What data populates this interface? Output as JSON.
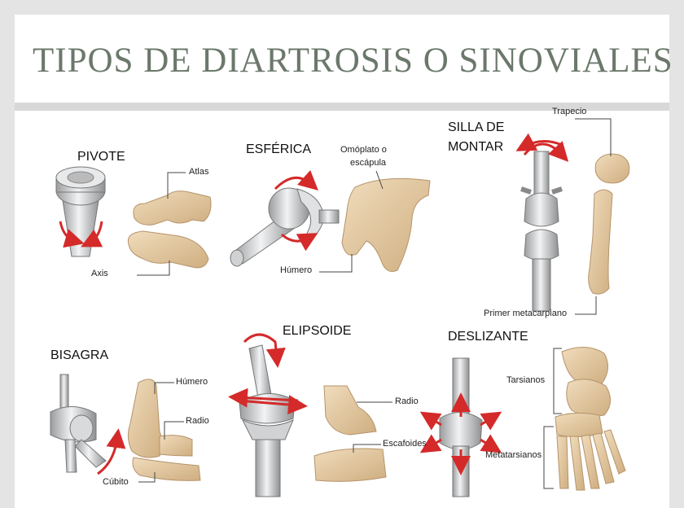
{
  "title": "TIPOS DE DIARTROSIS O SINOVIALES",
  "colors": {
    "title": "#6b786b",
    "bone": "#e6cfaa",
    "bone_shadow": "#c9ab80",
    "metal": "#d9dbdc",
    "arrow": "#d42a2a"
  },
  "joints": {
    "pivote": {
      "heading": "PIVOTE",
      "labels": [
        "Atlas",
        "Axis"
      ]
    },
    "esferica": {
      "heading": "ESFÉRICA",
      "labels": [
        "Omóplato o",
        "escápula",
        "Húmero"
      ]
    },
    "silla": {
      "heading_1": "SILLA DE",
      "heading_2": "MONTAR",
      "labels": [
        "Trapecio",
        "Primer metacarpiano"
      ]
    },
    "bisagra": {
      "heading": "BISAGRA",
      "labels": [
        "Húmero",
        "Radio",
        "Cúbito"
      ]
    },
    "elipsoide": {
      "heading": "ELIPSOIDE",
      "labels": [
        "Radio",
        "Escafoides"
      ]
    },
    "deslizante": {
      "heading": "DESLIZANTE",
      "labels": [
        "Tarsianos",
        "Metatarsianos"
      ]
    }
  }
}
